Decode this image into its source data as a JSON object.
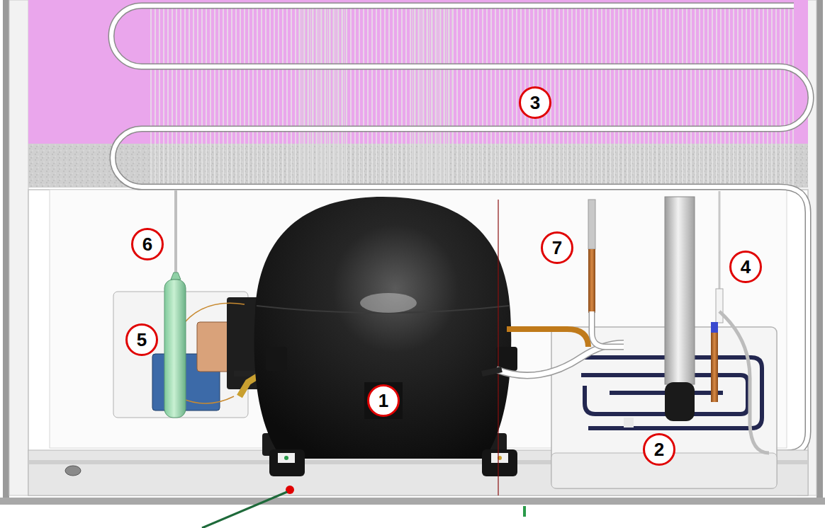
{
  "diagram": {
    "labels": [
      "3",
      "6",
      "7",
      "4",
      "5",
      "1",
      "2"
    ]
  }
}
